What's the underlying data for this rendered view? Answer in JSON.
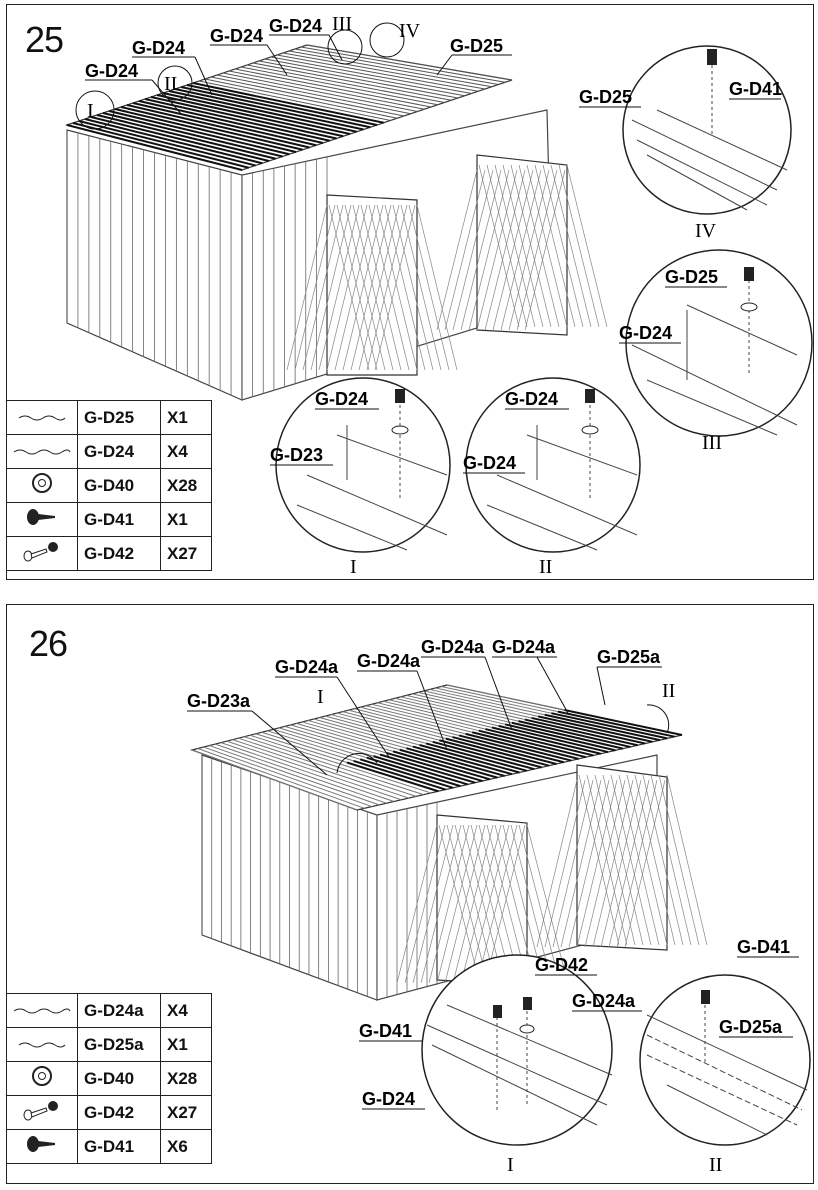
{
  "steps": [
    {
      "number": "25",
      "callouts": {
        "d24_a": "G-D24",
        "d24_b": "G-D24",
        "d24_c": "G-D24",
        "d24_d": "G-D24",
        "d25": "G-D25",
        "roman_i": "I",
        "roman_ii": "II",
        "roman_iii": "III",
        "roman_iv": "IV"
      },
      "details": {
        "i": {
          "label_top": "G-D24",
          "label_bottom": "G-D23",
          "caption": "I"
        },
        "ii": {
          "label_top": "G-D24",
          "label_bottom": "G-D24",
          "caption": "II"
        },
        "iii": {
          "label_top": "G-D25",
          "label_bottom": "G-D24",
          "caption": "III"
        },
        "iv": {
          "label_left": "G-D25",
          "label_right": "G-D41",
          "caption": "IV"
        }
      },
      "parts": [
        {
          "icon": "long-panel-icon",
          "code": "G-D25",
          "qty": "X1"
        },
        {
          "icon": "long-panel-icon",
          "code": "G-D24",
          "qty": "X4"
        },
        {
          "icon": "washer-icon",
          "code": "G-D40",
          "qty": "X28"
        },
        {
          "icon": "screw-icon",
          "code": "G-D41",
          "qty": "X1"
        },
        {
          "icon": "bolt-nut-icon",
          "code": "G-D42",
          "qty": "X27"
        }
      ]
    },
    {
      "number": "26",
      "callouts": {
        "d23a": "G-D23a",
        "d24a_1": "G-D24a",
        "d24a_2": "G-D24a",
        "d24a_3": "G-D24a",
        "d24a_4": "G-D24a",
        "d25a": "G-D25a",
        "roman_i": "I",
        "roman_ii": "II"
      },
      "details": {
        "i": {
          "label_top": "G-D42",
          "label_right": "G-D24a",
          "label_left": "G-D41",
          "label_bottom": "G-D24",
          "caption": "I"
        },
        "ii": {
          "label_top": "G-D41",
          "label_right": "G-D25a",
          "caption": "II"
        }
      },
      "parts": [
        {
          "icon": "long-panel-icon",
          "code": "G-D24a",
          "qty": "X4"
        },
        {
          "icon": "long-panel-icon",
          "code": "G-D25a",
          "qty": "X1"
        },
        {
          "icon": "washer-icon",
          "code": "G-D40",
          "qty": "X28"
        },
        {
          "icon": "bolt-nut-icon",
          "code": "G-D42",
          "qty": "X27"
        },
        {
          "icon": "screw-icon",
          "code": "G-D41",
          "qty": "X6"
        }
      ]
    }
  ]
}
